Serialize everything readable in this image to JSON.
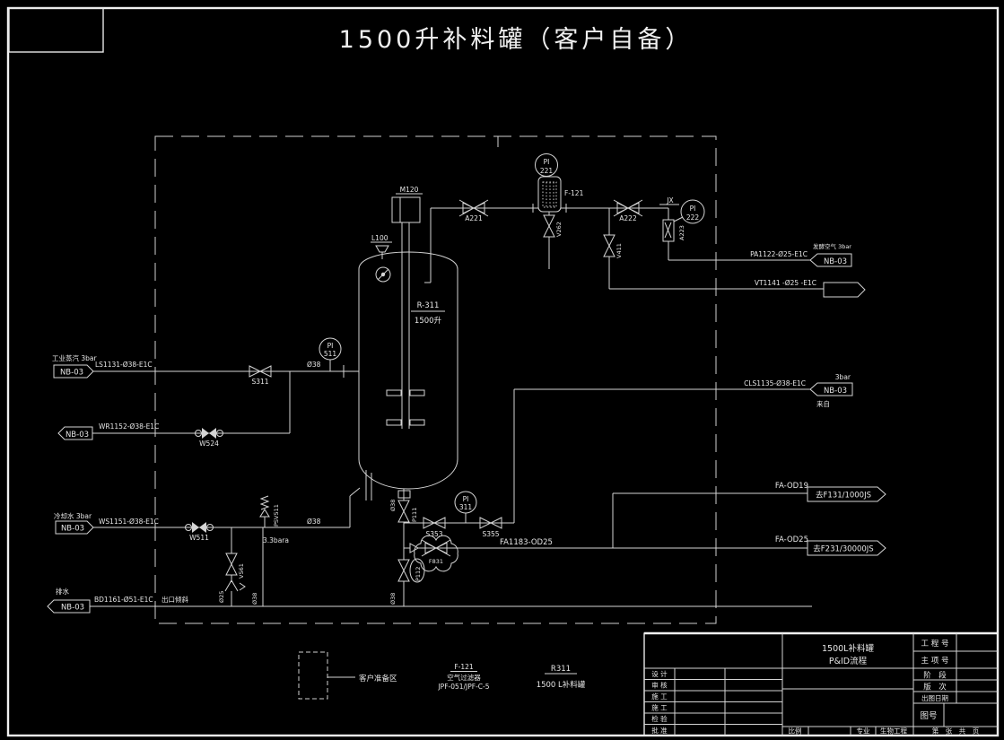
{
  "title": "1500升补料罐（客户自备）",
  "tank": {
    "tag": "R-311",
    "volume": "1500升",
    "motor": "M120",
    "nozzle": "L100"
  },
  "instruments": {
    "pi221": {
      "f": "PI",
      "n": "221"
    },
    "pi222": {
      "f": "PI",
      "n": "222"
    },
    "pi511": {
      "f": "PI",
      "n": "511"
    },
    "pi311": {
      "f": "PI",
      "n": "311"
    }
  },
  "valves": {
    "a221": "A221",
    "a222": "A222",
    "a223": "A223",
    "v262": "V262",
    "v411": "V411",
    "s311": "S311",
    "w524": "W524",
    "w511": "W511",
    "v561": "V561",
    "psv511": "PSV511",
    "s353": "S353",
    "s355": "S355",
    "f831": "F831",
    "p111": "P111",
    "p112": "P112"
  },
  "pipes": {
    "ls": "LS1131-Ø38-E1C",
    "wr": "WR1152-Ø38-E1C",
    "ws": "WS1151-Ø38-E1C",
    "bd": "BD1161-Ø51-E1C",
    "pa": "PA1122-Ø25-E1C",
    "vt": "VT1141 -Ø25 -E1C",
    "cls": "CLS1135-Ø38-E1C",
    "fa1183": "FA1183-OD25",
    "fa19": "FA-OD19",
    "fa25": "FA-OD25"
  },
  "flags": {
    "nb03": "NB-03",
    "steam_note": "工业蒸汽 3bar",
    "cool_note": "冷却水 3bar",
    "drain_note": "排水",
    "air_note": "发酵空气 3bar",
    "cls_press": "3bar",
    "cls_from": "来自",
    "to_f131": "去F131/1000JS",
    "to_f231": "去F231/30000JS"
  },
  "notes": {
    "jx": "JX",
    "setp": "3.3bara",
    "slope": "出口倾斜",
    "d38": "Ø38",
    "d25": "Ø25"
  },
  "legend": {
    "area": "客户准备区",
    "f_tag": "F-121",
    "f_name": "空气过滤器",
    "f_model": "JPF-051/JPF-C-5",
    "r_tag": "R311",
    "r_name": "1500 L补料罐"
  },
  "titleblock": {
    "t1": "1500L补料罐",
    "t2": "P&ID流程",
    "rows": [
      "设 计",
      "审 核",
      "施 工",
      "施 工",
      "检 验",
      "批 准"
    ],
    "r1": "工 程 号",
    "r2": "主 项 号",
    "r3": "阶　段",
    "r4": "版　次",
    "r5": "出图日期",
    "r6": "图号",
    "scale": "比例",
    "disc": "专业",
    "disc_v": "生物工程",
    "page": "第　张　共　页"
  }
}
